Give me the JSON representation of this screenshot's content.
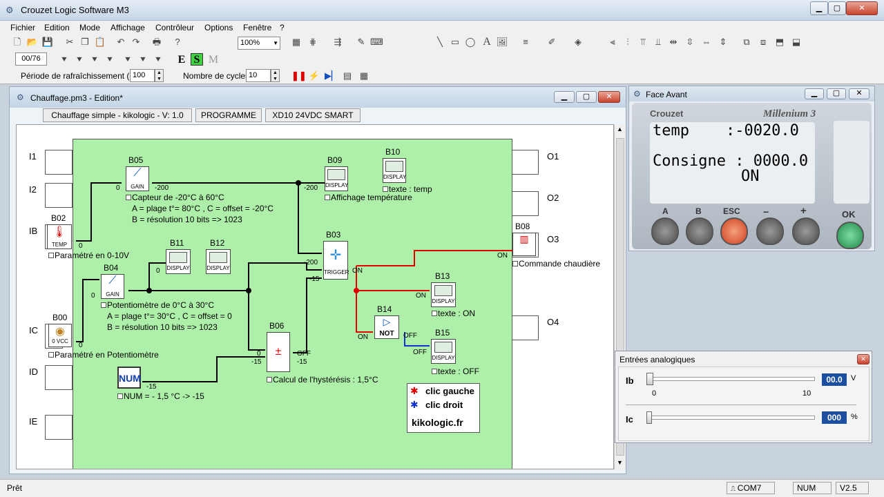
{
  "app": {
    "title": "Crouzet Logic Software M3"
  },
  "menu": [
    "Fichier",
    "Edition",
    "Mode",
    "Affichage",
    "Contrôleur",
    "Options",
    "Fenêtre",
    "?"
  ],
  "toolbar": {
    "zoom": "100%",
    "counter": "00/76",
    "refresh_label": "Période de rafraîchissement (ms)",
    "refresh_value": "100",
    "cycles_label": "Nombre de cycles",
    "cycles_value": "10",
    "E": "E",
    "S": "S",
    "M": "M"
  },
  "doc": {
    "title": "Chauffage.pm3 - Edition*",
    "tabs": [
      "Chauffage simple - kikologic - V: 1.0",
      "PROGRAMME",
      "XD10  24VDC SMART"
    ],
    "inputs": [
      "I1",
      "I2",
      "IB",
      "IC",
      "ID",
      "IE"
    ],
    "outputs": [
      "O1",
      "O2",
      "O3",
      "O4"
    ],
    "blocks": {
      "B05": "B05",
      "B09": "B09",
      "B10": "B10",
      "B02": "B02",
      "B03": "B03",
      "B08": "B08",
      "B11": "B11",
      "B12": "B12",
      "B04": "B04",
      "B13": "B13",
      "B14": "B14",
      "B00": "B00",
      "B06": "B06",
      "B15": "B15"
    },
    "blockinner": {
      "gain": "GAIN",
      "display": "DISPLAY",
      "temp": "TEMP",
      "trigger": "TRIGGER",
      "not": "NOT",
      "num": "NUM",
      "vcc": "0 VCC"
    },
    "pins": {
      "p0": "0",
      "pm200": "-200",
      "pm15": "-15",
      "on": "ON",
      "off": "OFF"
    },
    "notes": {
      "capteur1": "Capteur de -20°C à 60°C",
      "capteur2": "A = plage t°= 80°C , C = offset = -20°C",
      "capteur3": "B = résolution 10 bits => 1023",
      "texte_temp": "texte : temp",
      "affichage": "Affichage température",
      "param010": "Paramétré en 0-10V",
      "commande": "Commande chaudière",
      "pot1": "Potentiomètre de 0°C à 30°C",
      "pot2": "A = plage t°= 30°C , C = offset = 0",
      "pot3": "B = résolution 10 bits => 1023",
      "texte_on": "texte : ON",
      "parampot": "Paramétré en Potentiomètre",
      "texte_off": "texte : OFF",
      "hyst": "Calcul de l'hystérésis : 1,5°C",
      "num": "NUM = - 1,5 °C -> -15"
    },
    "legend": {
      "left": "clic gauche",
      "right": "clic droit",
      "site": "kikologic.fr",
      "left_color": "#e00000",
      "right_color": "#1030d0"
    }
  },
  "face": {
    "title": "Face Avant",
    "brand": "Crouzet",
    "model": "Millenium 3",
    "lcd_line1": "temp    :-0020.0",
    "lcd_line2": "Consigne : 0000.0",
    "lcd_line3": "ON",
    "buttons": [
      "A",
      "B",
      "ESC",
      "−",
      "+",
      "OK"
    ]
  },
  "analog": {
    "title": "Entrées analogiques",
    "ib_label": "Ib",
    "ib_value": "00.0",
    "ib_unit": "V",
    "ib_min": "0",
    "ib_max": "10",
    "ib_level": 0,
    "ic_label": "Ic",
    "ic_value": "000",
    "ic_unit": "%",
    "ic_level": 0
  },
  "status": {
    "left": "Prêt",
    "com": "COM7",
    "num": "NUM",
    "version": "V2.5"
  }
}
